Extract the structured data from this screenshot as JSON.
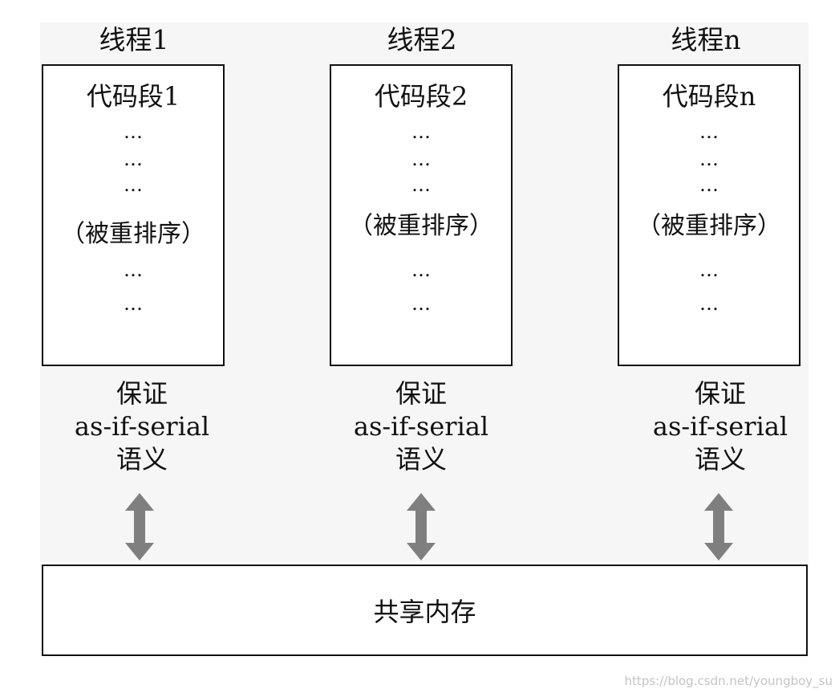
{
  "threads": [
    {
      "title": "线程1",
      "code_title": "代码段1",
      "dots_top": [
        "…",
        "…",
        "…"
      ],
      "reorder": "（被重排序）",
      "dots_bottom": [
        "…",
        "…"
      ],
      "guarantee": [
        "保证",
        "as-if-serial",
        "语义"
      ]
    },
    {
      "title": "线程2",
      "code_title": "代码段2",
      "dots_top": [
        "…",
        "…",
        "…"
      ],
      "reorder": "（被重排序）",
      "dots_bottom": [
        "…",
        "…"
      ],
      "guarantee": [
        "保证",
        "as-if-serial",
        "语义"
      ]
    },
    {
      "title": "线程n",
      "code_title": "代码段n",
      "dots_top": [
        "…",
        "…",
        "…"
      ],
      "reorder": "（被重排序）",
      "dots_bottom": [
        "…",
        "…"
      ],
      "guarantee": [
        "保证",
        "as-if-serial",
        "语义"
      ]
    }
  ],
  "shared_memory": "共享内存",
  "watermark": "https://blog.csdn.net/youngboy_su",
  "colors": {
    "arrow": "#7f7f7f",
    "border": "#111111",
    "background": "#f6f6f6"
  }
}
